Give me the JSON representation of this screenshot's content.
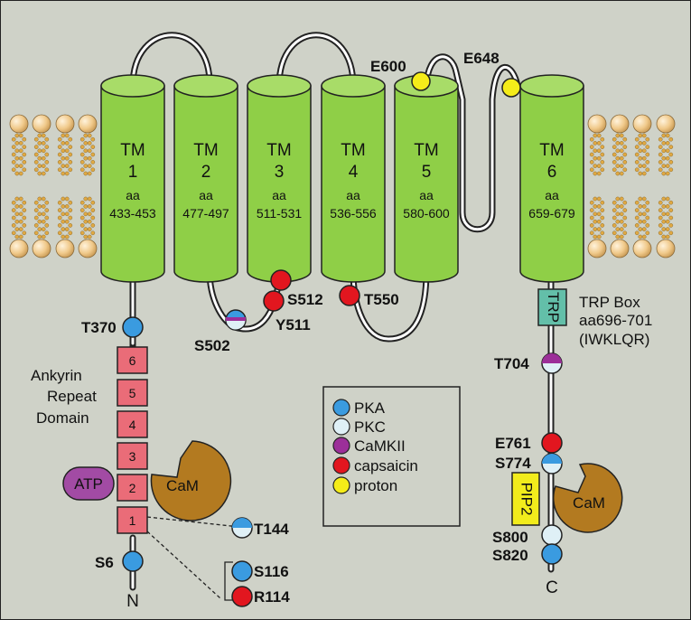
{
  "tm": [
    {
      "title": "TM",
      "num": "1",
      "aa": "aa",
      "range": "433-453"
    },
    {
      "title": "TM",
      "num": "2",
      "aa": "aa",
      "range": "477-497"
    },
    {
      "title": "TM",
      "num": "3",
      "aa": "aa",
      "range": "511-531"
    },
    {
      "title": "TM",
      "num": "4",
      "aa": "aa",
      "range": "536-556"
    },
    {
      "title": "TM",
      "num": "5",
      "aa": "aa",
      "range": "580-600"
    },
    {
      "title": "TM",
      "num": "6",
      "aa": "aa",
      "range": "659-679"
    }
  ],
  "sites": {
    "E600": "E600",
    "E648": "E648",
    "S512": "S512",
    "Y511": "Y511",
    "T550": "T550",
    "S502": "S502",
    "T370": "T370",
    "T704": "T704",
    "E761": "E761",
    "S774": "S774",
    "S800": "S800",
    "S820": "S820",
    "T144": "T144",
    "S116": "S116",
    "R114": "R114",
    "S6": "S6"
  },
  "ankyrin": {
    "label_lines": [
      "Ankyrin",
      "Repeat",
      "Domain"
    ],
    "repeats": [
      "6",
      "5",
      "4",
      "3",
      "2",
      "1"
    ]
  },
  "atp": "ATP",
  "cam_n": "CaM",
  "cam_c": "CaM",
  "pip2": "PIP2",
  "trp": {
    "box": "TRP",
    "lines": [
      "TRP Box",
      "aa696-701",
      "(IWKLQR)"
    ]
  },
  "termini": {
    "n": "N",
    "c": "C"
  },
  "legend": [
    {
      "label": "PKA",
      "color": "#3a9be0"
    },
    {
      "label": "PKC",
      "color": "#dff0f6"
    },
    {
      "label": "CaMKII",
      "color": "#9c2f99"
    },
    {
      "label": "capsaicin",
      "color": "#e2161f"
    },
    {
      "label": "proton",
      "color": "#f5ec19"
    }
  ],
  "colors": {
    "tm_fill": "#8fcf47",
    "tm_top": "#a8dc68",
    "ankyrin": "#ea6c78",
    "atp": "#a24ba4",
    "cam": "#b37a20",
    "pip2": "#f2ec1c",
    "trp": "#63bfa9",
    "lipid_head": "#f3cf94"
  }
}
